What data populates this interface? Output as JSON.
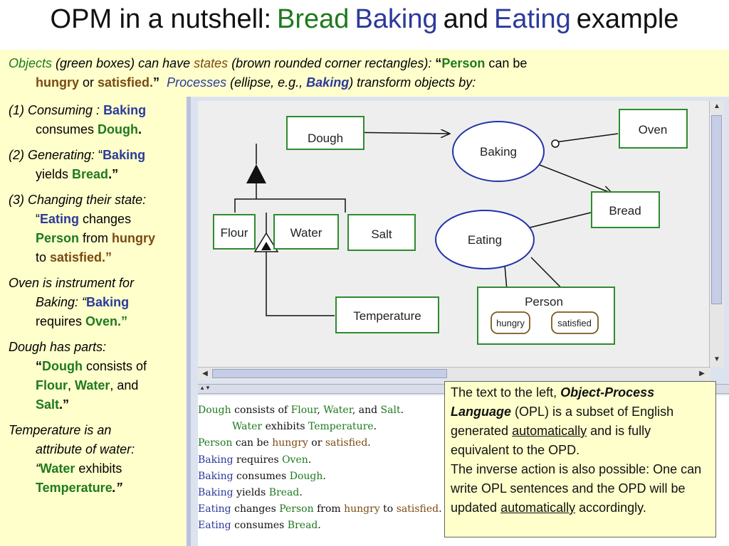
{
  "title": {
    "part1": "OPM in a nutshell:",
    "bread": "Bread",
    "baking": "Baking",
    "and": "and",
    "eating": "Eating",
    "example": "example"
  },
  "intro": {
    "objects": "Objects",
    "t1": " (green boxes) can have ",
    "states": "states",
    "t2": " (brown rounded corner rectangles): ",
    "q_open": "“",
    "person": "Person",
    "can_be": " can be",
    "hungry": "hungry",
    "or": " or ",
    "satisfied": "satisfied.",
    "q_close": "”",
    "processes": "Processes",
    "t3": " (ellipse, e.g., ",
    "baking": "Baking",
    "t4": ") transform objects by:"
  },
  "left": {
    "i1": {
      "head": "(1)  Consuming : ",
      "proc": "Baking",
      "rest": "consumes ",
      "obj": "Dough",
      "end": "."
    },
    "i2": {
      "head": "(2)  Generating: ",
      "q": "“",
      "proc": "Baking",
      "rest": "yields ",
      "obj": "Bread",
      "end": ".”"
    },
    "i3": {
      "head": "(3)  Changing their state:",
      "q": "“",
      "proc": "Eating",
      "changes": " changes",
      "obj": "Person",
      "from": " from ",
      "s1": "hungry",
      "to": "to ",
      "s2": "satisfied.”"
    },
    "i4": {
      "head": "Oven is instrument for",
      "head2": "Baking: “",
      "proc": "Baking",
      "rest": "requires ",
      "obj": "Oven.”"
    },
    "i5": {
      "head": "Dough has parts:",
      "q": "“",
      "obj": "Dough",
      "rest": " consists of",
      "o1": "Flour",
      "c1": ", ",
      "o2": "Water",
      "c2": ", and",
      "o3": "Salt",
      "end": ".”"
    },
    "i6": {
      "head": "Temperature is an",
      "head2": "attribute of water:",
      "q": "“",
      "obj": "Water",
      "rest": " exhibits",
      "attr": "Temperature",
      "end": ".”"
    }
  },
  "opd": {
    "dough": "Dough",
    "baking": "Baking",
    "oven": "Oven",
    "bread": "Bread",
    "eating": "Eating",
    "flour": "Flour",
    "water": "Water",
    "salt": "Salt",
    "person": "Person",
    "hungry": "hungry",
    "satisfied": "satisfied",
    "temperature": "Temperature"
  },
  "opl": [
    {
      "indent": false,
      "parts": [
        [
          "o",
          "Dough"
        ],
        [
          "t",
          " consists of "
        ],
        [
          "o",
          "Flour"
        ],
        [
          "t",
          ", "
        ],
        [
          "o",
          "Water"
        ],
        [
          "t",
          ", and "
        ],
        [
          "o",
          "Salt"
        ],
        [
          "t",
          "."
        ]
      ]
    },
    {
      "indent": true,
      "parts": [
        [
          "o",
          "Water"
        ],
        [
          "t",
          " exhibits "
        ],
        [
          "o",
          "Temperature"
        ],
        [
          "t",
          "."
        ]
      ]
    },
    {
      "indent": false,
      "parts": [
        [
          "o",
          "Person"
        ],
        [
          "t",
          " can be "
        ],
        [
          "s",
          "hungry"
        ],
        [
          "t",
          " or "
        ],
        [
          "s",
          "satisfied"
        ],
        [
          "t",
          "."
        ]
      ]
    },
    {
      "indent": false,
      "parts": [
        [
          "p",
          "Baking"
        ],
        [
          "t",
          " requires "
        ],
        [
          "o",
          "Oven"
        ],
        [
          "t",
          "."
        ]
      ]
    },
    {
      "indent": false,
      "parts": [
        [
          "p",
          "Baking"
        ],
        [
          "t",
          " consumes "
        ],
        [
          "o",
          "Dough"
        ],
        [
          "t",
          "."
        ]
      ]
    },
    {
      "indent": false,
      "parts": [
        [
          "p",
          "Baking"
        ],
        [
          "t",
          " yields "
        ],
        [
          "o",
          "Bread"
        ],
        [
          "t",
          "."
        ]
      ]
    },
    {
      "indent": false,
      "parts": [
        [
          "p",
          "Eating"
        ],
        [
          "t",
          " changes "
        ],
        [
          "o",
          "Person"
        ],
        [
          "t",
          " from "
        ],
        [
          "s",
          "hungry"
        ],
        [
          "t",
          " to "
        ],
        [
          "s",
          "satisfied"
        ],
        [
          "t",
          "."
        ]
      ]
    },
    {
      "indent": false,
      "parts": [
        [
          "p",
          "Eating"
        ],
        [
          "t",
          " consumes "
        ],
        [
          "o",
          "Bread"
        ],
        [
          "t",
          "."
        ]
      ]
    }
  ],
  "callout": {
    "t1": "The text to the left, ",
    "opl_name": "Object-Process Language",
    "t2": " (OPL) is a subset of English generated ",
    "auto1": "automatically",
    "t3": " and is fully equivalent to the OPD.",
    "t4": "The inverse action is also possible: One can write OPL sentences and the OPD will be updated ",
    "auto2": "automatically",
    "t5": " accordingly."
  },
  "colors": {
    "object": "#1e7a1e",
    "process": "#2b3a9a",
    "state": "#7a4a12",
    "panel": "#ffffcc"
  }
}
